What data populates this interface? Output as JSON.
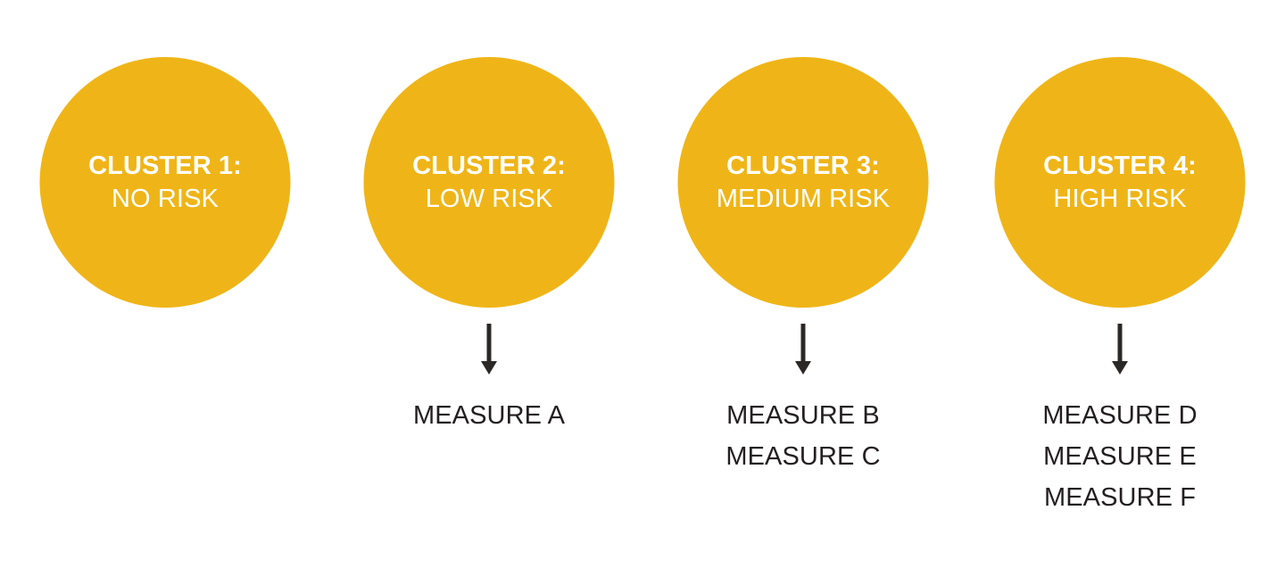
{
  "diagram": {
    "background_color": "#ffffff",
    "circle_color": "#efb518",
    "circle_text_color": "#ffffff",
    "measure_text_color": "#231f20",
    "arrow_color": "#2b2826",
    "clusters": [
      {
        "title": "CLUSTER 1:",
        "risk_level": "NO RISK",
        "has_arrow": false,
        "measures": []
      },
      {
        "title": "CLUSTER 2:",
        "risk_level": "LOW RISK",
        "has_arrow": true,
        "measures": [
          "MEASURE A"
        ]
      },
      {
        "title": "CLUSTER 3:",
        "risk_level": "MEDIUM RISK",
        "has_arrow": true,
        "measures": [
          "MEASURE B",
          "MEASURE C"
        ]
      },
      {
        "title": "CLUSTER 4:",
        "risk_level": "HIGH RISK",
        "has_arrow": true,
        "measures": [
          "MEASURE D",
          "MEASURE E",
          "MEASURE F"
        ]
      }
    ]
  }
}
